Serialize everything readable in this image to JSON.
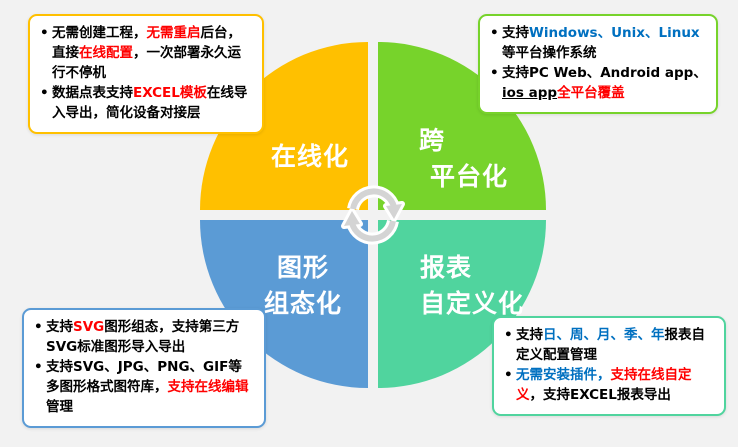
{
  "theme": {
    "background": "#f2f2f2",
    "red_accent": "#FF0000",
    "blue_accent": "#0070C0"
  },
  "diagram": {
    "center_icon": "sync-arrows",
    "quadrants": [
      {
        "id": "online",
        "color": "#FFC000",
        "label_lines": [
          "在线化"
        ]
      },
      {
        "id": "cross-platform",
        "color": "#77D32B",
        "label_lines": [
          "跨",
          "平台化"
        ]
      },
      {
        "id": "graphic-configuration",
        "color": "#5B9BD5",
        "label_lines": [
          "图形",
          "组态化"
        ]
      },
      {
        "id": "report-customization",
        "color": "#50D49E",
        "label_lines": [
          "报表",
          "自定义化"
        ]
      }
    ]
  },
  "callouts": {
    "top_left": {
      "border_color": "#FFC000",
      "bullets": [
        [
          {
            "t": "无需创建工程，"
          },
          {
            "t": "无需重启",
            "c": "#FF0000"
          },
          {
            "t": "后台，直接"
          },
          {
            "t": "在线配置",
            "c": "#FF0000"
          },
          {
            "t": "，一次部署永久运行不停机"
          }
        ],
        [
          {
            "t": "数据点表支持"
          },
          {
            "t": "EXCEL模板",
            "c": "#FF0000"
          },
          {
            "t": "在线导入导出，简化设备对接层"
          }
        ]
      ]
    },
    "top_right": {
      "border_color": "#77D32B",
      "bullets": [
        [
          {
            "t": "支持"
          },
          {
            "t": "Windows、Unix、Linux",
            "c": "#0070C0"
          },
          {
            "t": "等平台操作系统"
          }
        ],
        [
          {
            "t": "支持PC Web、Android app、"
          },
          {
            "t": "ios app",
            "u": true
          },
          {
            "t": "全平台覆盖",
            "c": "#FF0000"
          }
        ]
      ]
    },
    "bottom_left": {
      "border_color": "#5B9BD5",
      "bullets": [
        [
          {
            "t": "支持"
          },
          {
            "t": "SVG",
            "c": "#FF0000"
          },
          {
            "t": "图形组态，支持第三方SVG标准图形导入导出"
          }
        ],
        [
          {
            "t": "支持SVG、JPG、PNG、GIF等多图形格式图符库，"
          },
          {
            "t": "支持在线编辑",
            "c": "#FF0000"
          },
          {
            "t": "管理"
          }
        ]
      ]
    },
    "bottom_right": {
      "border_color": "#50D49E",
      "bullets": [
        [
          {
            "t": "支持"
          },
          {
            "t": "日、周、月、季、年",
            "c": "#0070C0"
          },
          {
            "t": "报表自定义配置管理"
          }
        ],
        [
          {
            "t": "无需安装插件，",
            "c": "#0070C0"
          },
          {
            "t": "支持在线自定义",
            "c": "#FF0000"
          },
          {
            "t": "，支持EXCEL报表导出"
          }
        ]
      ]
    }
  }
}
